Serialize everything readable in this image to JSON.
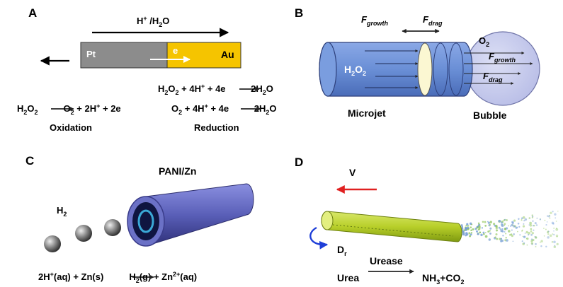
{
  "panels": {
    "a": {
      "label": "A",
      "top_base": "H",
      "top_sup": "+",
      "top_mid": " /H",
      "top_sub": "2",
      "top_end": "O",
      "pt": "Pt",
      "au": "Au",
      "e": "e",
      "red1": [
        "H",
        "2",
        "O",
        "2",
        " + 4H",
        "+",
        " + 4e ",
        "2H",
        "2",
        "O"
      ],
      "ox": [
        "H",
        "2",
        "O",
        "2",
        "O",
        "2",
        " + 2H",
        "+",
        " + 2e"
      ],
      "red2": [
        "O",
        "2",
        " + 4H",
        "+",
        " + 4e ",
        "2H",
        "2",
        "O"
      ],
      "oxidation": "Oxidation",
      "reduction": "Reduction",
      "colors": {
        "pt": "#8c8c8c",
        "au": "#f5c400"
      }
    },
    "b": {
      "label": "B",
      "f": "F",
      "growth": "growth",
      "drag": "drag",
      "h2o2": [
        "H",
        "2",
        "O",
        "2"
      ],
      "o2": [
        "O",
        "2"
      ],
      "microjet": "Microjet",
      "bubble": "Bubble",
      "colors": {
        "tube": "#6a8fd6",
        "bubble": "#c4c8ec"
      }
    },
    "c": {
      "label": "C",
      "pani": "PANI/Zn",
      "h2": [
        "H",
        "2"
      ],
      "eq": [
        "2H",
        "+",
        "(aq) + Zn(s)",
        "H",
        "2",
        "(g) + Zn",
        "2+",
        "(aq)"
      ],
      "colors": {
        "tube": "#5a5fb8"
      }
    },
    "d": {
      "label": "D",
      "v": "V",
      "dr": [
        "D",
        "r"
      ],
      "urea": "Urea",
      "urease": "Urease",
      "products": [
        "NH",
        "3",
        "+CO",
        "2"
      ],
      "colors": {
        "tube": "#b8cf2a",
        "v_arrow": "#e02020",
        "dr_arrow": "#1f3fd8"
      }
    }
  }
}
